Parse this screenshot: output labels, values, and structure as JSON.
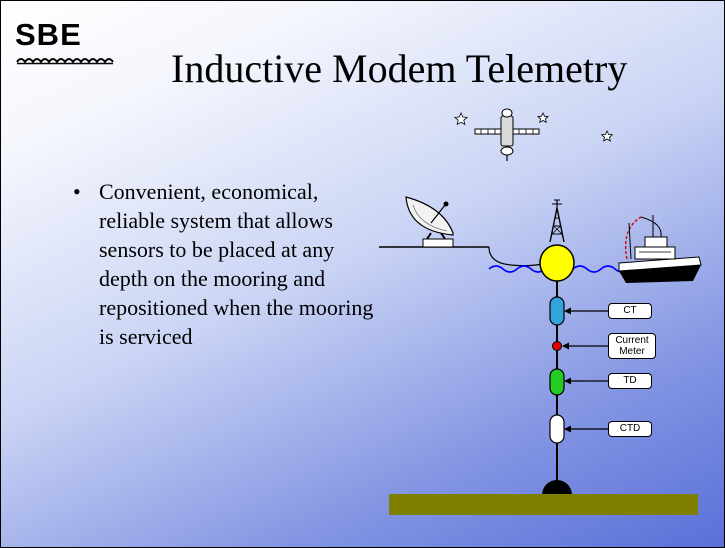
{
  "logo": {
    "text": "SBE"
  },
  "title": "Inductive Modem Telemetry",
  "bullet": {
    "marker": "•",
    "text": "Convenient, economical, reliable system that allows sensors to be placed at any depth on the mooring and repositioned when the mooring is serviced"
  },
  "diagram": {
    "labels": {
      "ct": "CT",
      "current_meter_line1": "Current",
      "current_meter_line2": "Meter",
      "td": "TD",
      "ctd": "CTD"
    },
    "colors": {
      "buoy": "#ffff00",
      "water_line": "#0000ff",
      "ct_sensor": "#33a3dc",
      "current_meter": "#e00000",
      "td_sensor": "#22cc22",
      "ctd_sensor": "#ffffff",
      "sea_floor": "#808000"
    }
  }
}
